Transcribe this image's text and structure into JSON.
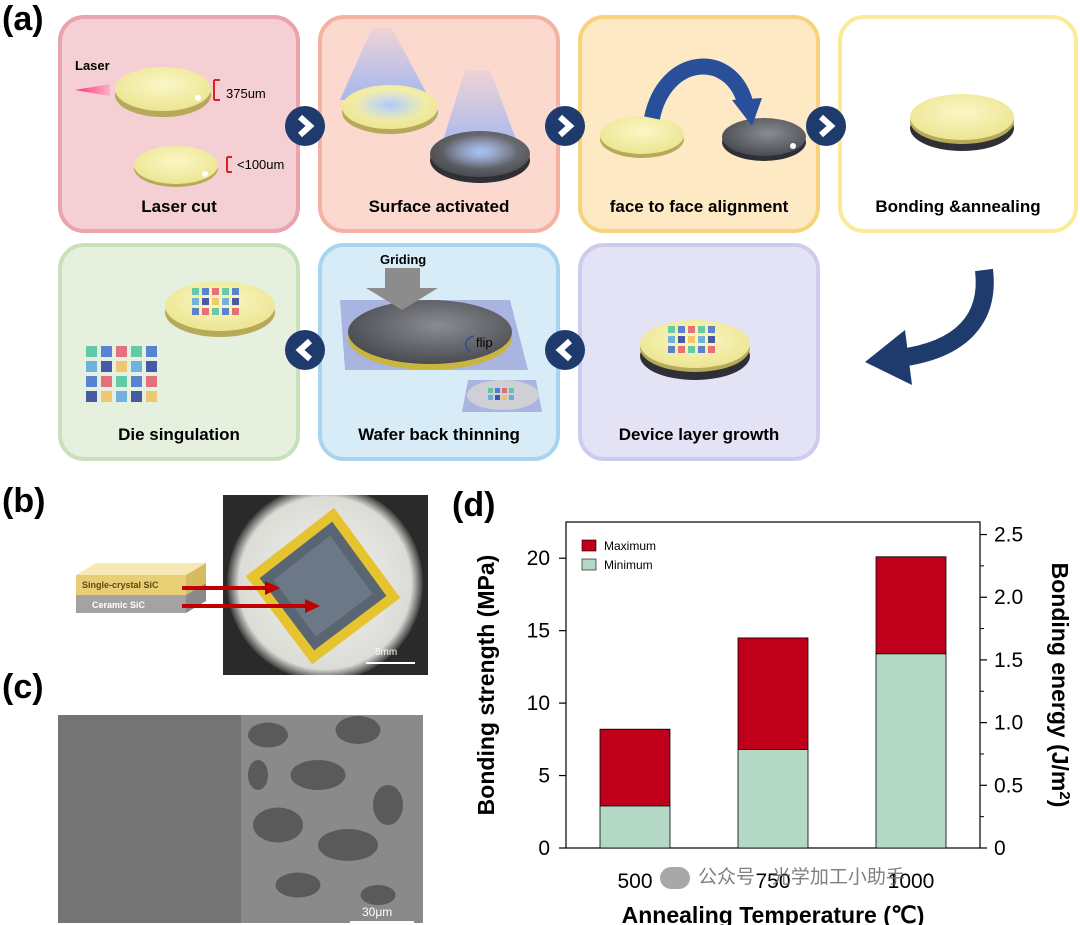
{
  "panels": {
    "a": "(a)",
    "b": "(b)",
    "c": "(c)",
    "d": "(d)"
  },
  "steps": {
    "laser_cut": "Laser cut",
    "surface_activated": "Surface activated",
    "face_alignment": "face to face alignment",
    "bonding": "Bonding &annealing",
    "die_singulation": "Die singulation",
    "back_thinning": "Wafer back thinning",
    "device_growth": "Device layer growth"
  },
  "annotations": {
    "laser": "Laser",
    "thickness_375": "375um",
    "thickness_100": "<100um",
    "griding": "Griding",
    "flip": "flip"
  },
  "figure_b": {
    "single_crystal": "Single-crystal SiC",
    "ceramic": "Ceramic SiC",
    "scale": "5mm"
  },
  "figure_c": {
    "scale": "30μm"
  },
  "watermark": "公众号 · 光学加工小助手",
  "colors": {
    "box_laser": "#f4cfd4",
    "box_laser_border": "#e9a4ad",
    "box_surface": "#fbd9cf",
    "box_surface_border": "#f5b2a2",
    "box_align": "#fde9c4",
    "box_align_border": "#f7d37e",
    "box_bond": "#ffffff",
    "box_bond_border": "#faeb9a",
    "box_die": "#e5f1de",
    "box_die_border": "#c9e1bb",
    "box_thin": "#d8ecf8",
    "box_thin_border": "#a8d4ef",
    "box_device": "#e4e3f5",
    "box_device_border": "#cdcbee",
    "arrow": "#1f3b6e",
    "bar_max": "#c0001a",
    "bar_min": "#b3d8c6"
  },
  "chart_data": {
    "type": "bar",
    "stacked": true,
    "categories": [
      "500",
      "750",
      "1000"
    ],
    "series": [
      {
        "name": "Minimum",
        "values": [
          2.9,
          6.8,
          13.4
        ]
      },
      {
        "name": "Maximum",
        "values": [
          8.2,
          14.5,
          20.1
        ]
      }
    ],
    "xlabel": "Annealing Temperature (℃)",
    "ylabel": "Bonding strength (MPa)",
    "y2label_main": "Bonding energy (J/m",
    "y2label_sup": "2",
    "y2label_close": ")",
    "ylim": [
      0,
      22.5
    ],
    "y2lim": [
      0,
      2.6
    ],
    "yticks": [
      "0",
      "5",
      "10",
      "15",
      "20"
    ],
    "y2ticks": [
      "0",
      "0.5",
      "1.0",
      "1.5",
      "2.0",
      "2.5"
    ],
    "legend_position": "top-left"
  }
}
